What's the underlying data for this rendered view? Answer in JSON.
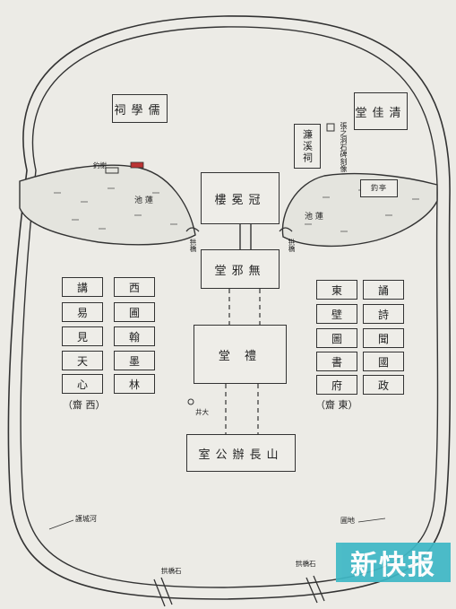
{
  "shrine_scholars": "祠學儒",
  "hall_qingjia": "堂佳清",
  "shrine_lianxi": "濂溪祠",
  "stele_note": "張之洞石碑刻像",
  "pavilion_note": "釣亭",
  "west_pond_marker": "釣榭",
  "west_pond_text": "池  蓮",
  "east_pond_text": "池  蓮",
  "bridge_left": "拱橋",
  "bridge_right": "拱橋",
  "guanmian_tower": "樓冕冠",
  "wuxie_hall": "堂邪無",
  "li_hall": "堂  禮",
  "shanzhang_room": "室公辦長山",
  "well_label": "井大",
  "west_column": {
    "left": [
      "講",
      "易",
      "見",
      "天",
      "心"
    ],
    "right": [
      "西",
      "圃",
      "翰",
      "墨",
      "林"
    ],
    "caption": "（齋      西）"
  },
  "east_column": {
    "left": [
      "東",
      "壁",
      "圖",
      "書",
      "府"
    ],
    "right": [
      "誦",
      "詩",
      "聞",
      "國",
      "政"
    ],
    "caption": "（齋      東）"
  },
  "moat_label": "護城河",
  "garden_label": "圃地",
  "bottom_left_bridge": "拱橋石",
  "bottom_right_bridge": "拱橋石",
  "watermark": "新快报"
}
